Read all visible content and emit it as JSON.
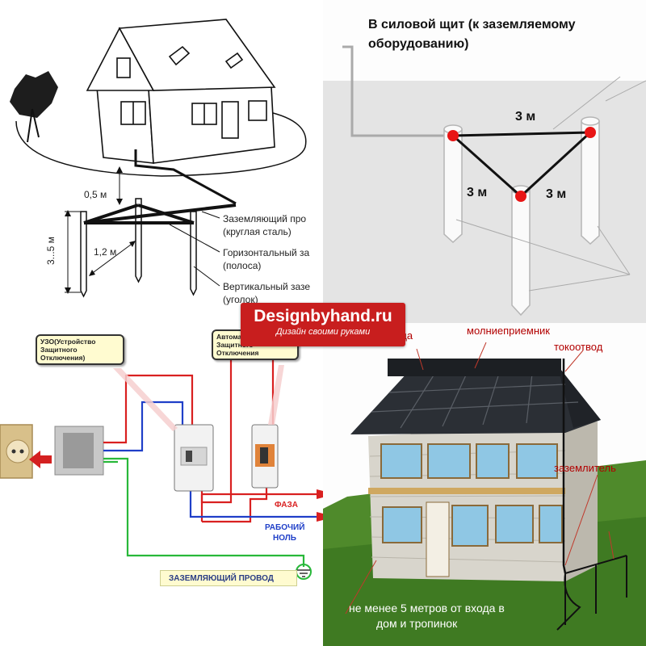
{
  "panel_1": {
    "depth_label": "0,5 м",
    "height_label": "3...5 м",
    "spacing_label": "1,2 м",
    "wire_label_1": "Заземляющий про",
    "wire_label_2": "(круглая сталь)",
    "horizontal_label_1": "Горизонтальный за",
    "horizontal_label_2": "(полоса)",
    "vertical_label_1": "Вертикальный зазе",
    "vertical_label_2": "(уголок)"
  },
  "panel_2": {
    "title_line_1": "В силовой щит (к заземляемому",
    "title_line_2": "оборудованию)",
    "dist_top": "3 м",
    "dist_left": "3 м",
    "dist_right": "3 м"
  },
  "brand": {
    "name": "Designbyhand.ru",
    "tagline": "Дизайн своими руками"
  },
  "panel_3": {
    "uzo_callout": "УЗО(Устройство\nЗащитного\nОтключения)",
    "breaker_callout": "Автомат\nЗащитного\nОтключения",
    "phase_label": "ФАЗА",
    "neutral_label_1": "РАБОЧИЙ",
    "neutral_label_2": "НОЛЬ",
    "ground_wire_label": "ЗАЗЕМЛЯЮЩИЙ ПРОВОД"
  },
  "panel_4": {
    "label_mount": "крепица",
    "label_lightning_rod": "молниеприемник",
    "label_down_conductor": "токоотвод",
    "label_ground_electrode": "заземлитель",
    "distance_line_1": "не менее  5 метров от входа в",
    "distance_line_2": "дом и тропинок"
  },
  "colors": {
    "brand_red": "#c81e1e",
    "phase_wire": "#d92020",
    "neutral_wire": "#1f3fc8",
    "ground_wire": "#28b83a",
    "electrode_marker": "#e81515",
    "callout_fill": "#fffbd0",
    "roof_dark": "#2b2f35",
    "lawn_green": "#4f8a2b"
  }
}
